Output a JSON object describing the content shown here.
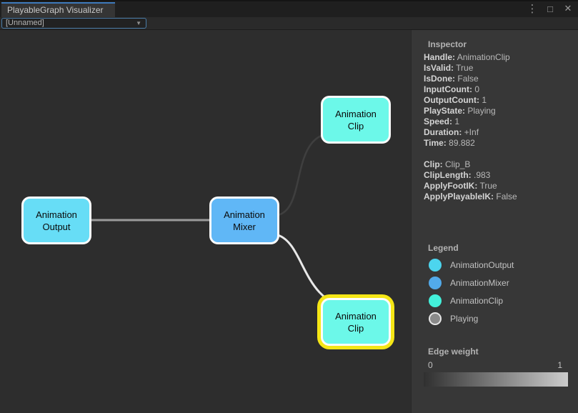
{
  "window": {
    "tab_title": "PlayableGraph Visualizer",
    "controls": {
      "menu": "⋮",
      "maximize": "□",
      "close": "✕"
    }
  },
  "toolbar": {
    "graph_dropdown": {
      "value": "[Unnamed]",
      "arrow": "▼"
    }
  },
  "graph": {
    "nodes": [
      {
        "id": "animation-output",
        "label": "Animation Output",
        "color": "#67ddf6",
        "selected": false
      },
      {
        "id": "animation-mixer",
        "label": "Animation Mixer",
        "color": "#60b7f6",
        "selected": false
      },
      {
        "id": "animation-clip-top",
        "label": "Animation Clip",
        "color": "#6cf8e9",
        "selected": false
      },
      {
        "id": "animation-clip-selected",
        "label": "Animation Clip",
        "color": "#6cf8e9",
        "selected": true,
        "selection_color": "#f5e616"
      }
    ],
    "edges": [
      {
        "from": "animation-output",
        "to": "animation-mixer",
        "color": "#9b9b9b"
      },
      {
        "from": "animation-mixer",
        "to": "animation-clip-top",
        "color": "#3f3f3f"
      },
      {
        "from": "animation-mixer",
        "to": "animation-clip-selected",
        "color": "#e8e8e8"
      }
    ]
  },
  "inspector": {
    "title": "Inspector",
    "fields": [
      {
        "label": "Handle:",
        "value": "AnimationClip"
      },
      {
        "label": "IsValid:",
        "value": "True"
      },
      {
        "label": "IsDone:",
        "value": "False"
      },
      {
        "label": "InputCount:",
        "value": "0"
      },
      {
        "label": "OutputCount:",
        "value": "1"
      },
      {
        "label": "PlayState:",
        "value": "Playing"
      },
      {
        "label": "Speed:",
        "value": "1"
      },
      {
        "label": "Duration:",
        "value": "+Inf"
      },
      {
        "label": "Time:",
        "value": "89.882"
      }
    ],
    "clip_fields": [
      {
        "label": "Clip:",
        "value": "Clip_B"
      },
      {
        "label": "ClipLength:",
        "value": ".983"
      },
      {
        "label": "ApplyFootIK:",
        "value": "True"
      },
      {
        "label": "ApplyPlayableIK:",
        "value": "False"
      }
    ]
  },
  "legend": {
    "title": "Legend",
    "items": [
      {
        "label": "AnimationOutput",
        "color": "#4cd5ee"
      },
      {
        "label": "AnimationMixer",
        "color": "#52aaea"
      },
      {
        "label": "AnimationClip",
        "color": "#43f0da"
      },
      {
        "label": "Playing",
        "color": "#8a8a8a"
      }
    ]
  },
  "edge_weight": {
    "title": "Edge weight",
    "min": "0",
    "max": "1",
    "gradient_start": "#303030",
    "gradient_end": "#cccccc"
  }
}
